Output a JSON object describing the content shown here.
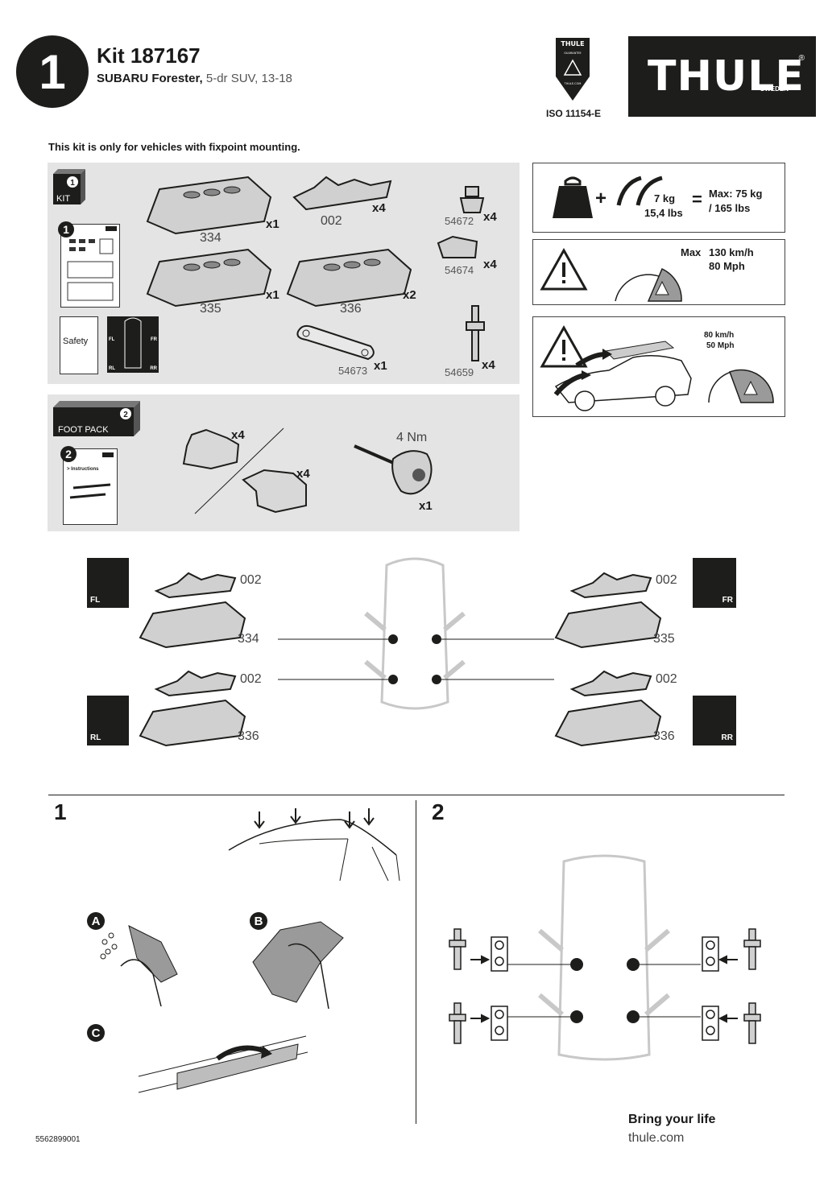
{
  "header": {
    "page_number": "1",
    "kit_title": "Kit 187167",
    "vehicle_make": "SUBARU Forester,",
    "vehicle_detail": " 5-dr SUV, 13-18",
    "guarantee_brand": "THULE",
    "guarantee_label": "GUARANTEE",
    "guarantee_url": "THULE.COM",
    "iso": "ISO 11154-E",
    "logo": "THULE",
    "logo_sub": "SWEDEN",
    "logo_reg": "®"
  },
  "notice": "This kit is only for vehicles with fixpoint mounting.",
  "kit_panel": {
    "badge_num": "1",
    "badge_label": "KIT",
    "booklet_num": "1",
    "safety": "Safety",
    "corners": [
      "FL",
      "FR",
      "RL",
      "RR"
    ],
    "parts": [
      {
        "code": "334",
        "qty": "x1"
      },
      {
        "code": "002",
        "qty": "x4"
      },
      {
        "code": "54672",
        "qty": "x4"
      },
      {
        "code": "335",
        "qty": "x1"
      },
      {
        "code": "336",
        "qty": "x2"
      },
      {
        "code": "54674",
        "qty": "x4"
      },
      {
        "code": "54673",
        "qty": "x1"
      },
      {
        "code": "54659",
        "qty": "x4"
      }
    ]
  },
  "foot_panel": {
    "badge_num": "2",
    "badge_label": "FOOT PACK",
    "booklet_num": "2",
    "instructions": "> Instructions",
    "foot_qty_a": "x4",
    "foot_qty_b": "x4",
    "torque": "4 Nm",
    "tool_qty": "x1"
  },
  "warnings": {
    "load_car": "7 kg",
    "load_car_lbs": "15,4 lbs",
    "load_max": "Max: 75 kg",
    "load_max_lbs": "/ 165 lbs",
    "speed_max": "Max",
    "speed_kmh": "130 km/h",
    "speed_mph": "80 Mph",
    "wind_kmh": "80 km/h",
    "wind_mph": "50 Mph"
  },
  "placement": {
    "fl": {
      "corner": "FL",
      "top": "002",
      "bottom": "334"
    },
    "fr": {
      "corner": "FR",
      "top": "002",
      "bottom": "335"
    },
    "rl": {
      "corner": "RL",
      "top": "002",
      "bottom": "336"
    },
    "rr": {
      "corner": "RR",
      "top": "002",
      "bottom": "336"
    }
  },
  "steps": {
    "step1": "1",
    "step2": "2",
    "letters": [
      "A",
      "B",
      "C"
    ]
  },
  "footer": {
    "doc_code": "5562899001",
    "tagline": "Bring your life",
    "url": "thule.com"
  },
  "colors": {
    "dark": "#1d1d1b",
    "panel": "#e4e4e4",
    "warn_gray": "#9a9a9a"
  }
}
